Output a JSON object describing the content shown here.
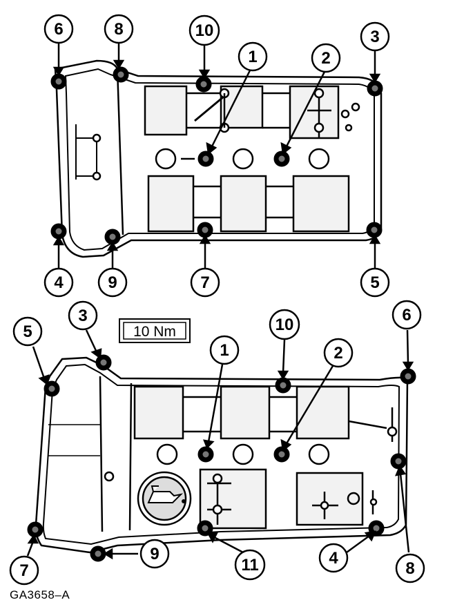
{
  "torque_spec": "10 Nm",
  "figure_id": "GA3658–A",
  "top_cover": {
    "callouts": [
      {
        "label": "6"
      },
      {
        "label": "8"
      },
      {
        "label": "10"
      },
      {
        "label": "1"
      },
      {
        "label": "2"
      },
      {
        "label": "3"
      },
      {
        "label": "4"
      },
      {
        "label": "9"
      },
      {
        "label": "7"
      },
      {
        "label": "5"
      }
    ]
  },
  "bottom_cover": {
    "callouts": [
      {
        "label": "5"
      },
      {
        "label": "3"
      },
      {
        "label": "1"
      },
      {
        "label": "10"
      },
      {
        "label": "2"
      },
      {
        "label": "6"
      },
      {
        "label": "7"
      },
      {
        "label": "9"
      },
      {
        "label": "11"
      },
      {
        "label": "4"
      },
      {
        "label": "8"
      }
    ]
  },
  "colors": {
    "ink": "#000000",
    "paper": "#ffffff",
    "fill": "#f2f2f2"
  }
}
